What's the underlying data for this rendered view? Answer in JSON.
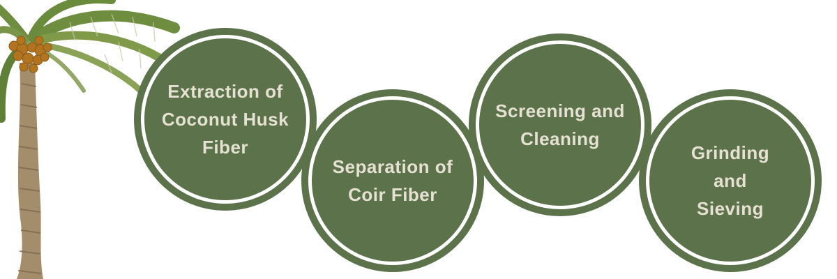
{
  "colors": {
    "step_fill": "#5b724a",
    "step_text": "#e6e1d3",
    "trunk": "#a48d6b",
    "frond": "#6f8d3f",
    "coconut": "#b2741f"
  },
  "steps": [
    {
      "label": "Extraction of Coconut Husk Fiber"
    },
    {
      "label": "Separation of Coir Fiber"
    },
    {
      "label": "Screening and Cleaning"
    },
    {
      "label": "Grinding and Sieving"
    }
  ],
  "illustration": {
    "icon": "coconut-palm-tree-icon"
  }
}
